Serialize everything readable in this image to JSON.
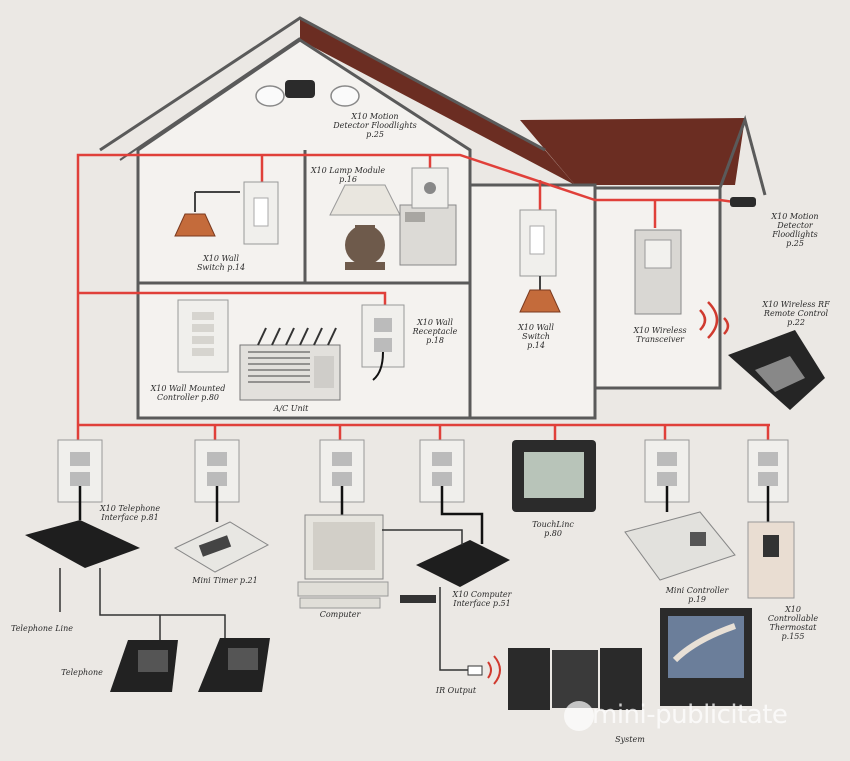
{
  "colors": {
    "wire": "#e0403a",
    "roof": "#6b2d22",
    "wall": "#f4f2ef",
    "outline": "#5a5a5a",
    "device_dark": "#2b2b2b",
    "device_light": "#e7e5e1"
  },
  "labels": {
    "motion_floodlights_top": "X10 Motion\nDetector Floodlights\np.25",
    "lamp_module": "X10 Lamp Module\np.16",
    "wall_switch_upper": "X10 Wall\nSwitch p.14",
    "motion_floodlights_side": "X10 Motion\nDetector\nFloodlights\np.25",
    "wall_receptacle": "X10 Wall\nReceptacle\np.18",
    "wall_mounted_controller": "X10 Wall Mounted\nController p.80",
    "ac_unit": "A/C Unit",
    "wall_switch_mid": "X10 Wall\nSwitch\np.14",
    "wireless_transceiver": "X10 Wireless\nTransceiver",
    "wireless_remote": "X10 Wireless RF\nRemote Control\np.22",
    "telephone_interface": "X10 Telephone\nInterface p.81",
    "mini_timer": "Mini Timer p.21",
    "computer": "Computer",
    "computer_interface": "X10 Computer\nInterface p.51",
    "touchlinc": "TouchLinc\np.80",
    "mini_controller": "Mini Controller\np.19",
    "thermostat": "X10\nControllable\nThermostat\np.155",
    "telephone_line": "Telephone Line",
    "telephone": "Telephone",
    "ir_output": "IR Output",
    "system": "System"
  },
  "watermark": "mini-publicitate"
}
